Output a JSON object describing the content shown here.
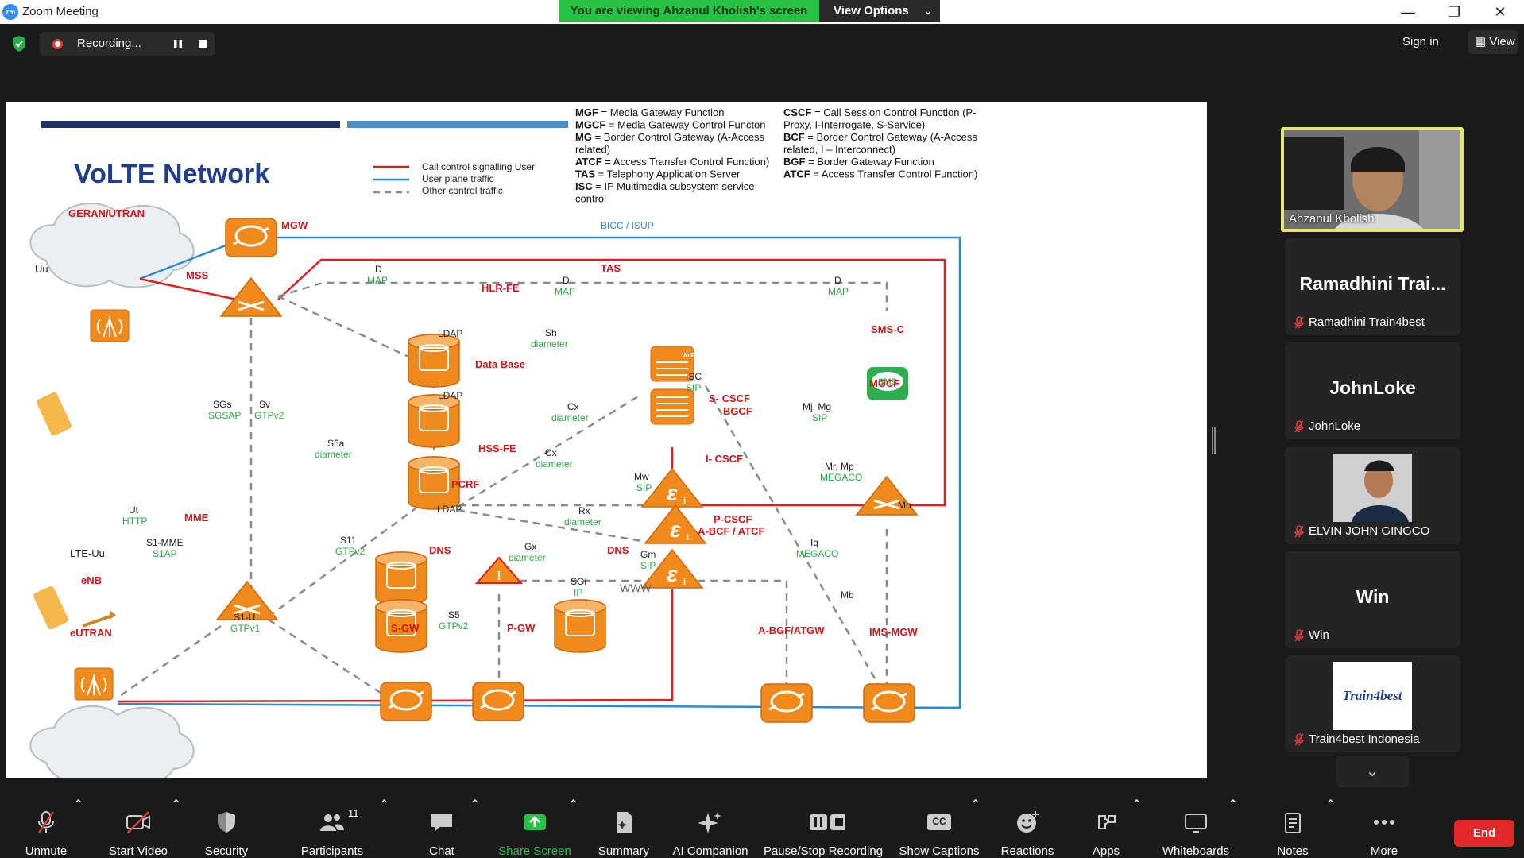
{
  "titlebar": {
    "app_title": "Zoom Meeting",
    "logo_text": "zm"
  },
  "share_banner": {
    "text": "You are viewing Ahzanul Kholish's screen",
    "view_options": "View Options"
  },
  "recording": {
    "label": "Recording..."
  },
  "header_right": {
    "sign_in": "Sign in",
    "view": "View"
  },
  "slide": {
    "title": "VoLTE Network",
    "legend": [
      "Call control signalling User",
      "User plane traffic",
      "Other control traffic"
    ],
    "defs_left": [
      [
        "MGF",
        " = Media Gateway Function"
      ],
      [
        "MGCF",
        " =  Media Gateway Control Functon"
      ],
      [
        "MG",
        " = Border Control Gateway (A-Access"
      ],
      [
        "",
        "related)"
      ],
      [
        "ATCF",
        " = Access Transfer Control Function)"
      ],
      [
        "TAS",
        " = Telephony Application Server"
      ],
      [
        "ISC",
        " = IP Multimedia subsystem service"
      ],
      [
        "",
        "control"
      ]
    ],
    "defs_right": [
      [
        "CSCF",
        " =  Call Session Control Function (P-"
      ],
      [
        "",
        "Proxy, I-Interrogate, S-Service)"
      ],
      [
        "BCF",
        " = Border Control Gateway (A-Access"
      ],
      [
        "",
        "related, I – Interconnect)"
      ],
      [
        "BGF",
        " = Border Gateway Function"
      ],
      [
        "ATCF",
        " = Access Transfer Control Function)"
      ]
    ],
    "nodes": {
      "geran": "GERAN/UTRAN",
      "uu": "Uu",
      "mgw": "MGW",
      "mss": "MSS",
      "bicc": "BICC / ISUP",
      "hlr": "HLR-FE",
      "database": "Data Base",
      "hss": "HSS-FE",
      "tas": "TAS",
      "voip": "VoIP",
      "smsc": "SMS-C",
      "sms": "SMS",
      "scscf": "S- CSCF",
      "bgcf": "BGCF",
      "icscf": "I- CSCF",
      "pcscf": "P-CSCF",
      "abcf": "A-BCF / ATCF",
      "mgcf": "MGCF",
      "pcrf": "PCRF",
      "dns1": "DNS",
      "dns2": "DNS",
      "mme": "MME",
      "lteuu": "LTE-Uu",
      "enb": "eNB",
      "eutran": "eUTRAN",
      "sgw": "S-GW",
      "pgw": "P-GW",
      "abgf": "A-BGF/ATGW",
      "imsmgw": "IMS-MGW",
      "www": "WWW"
    },
    "interfaces": {
      "d1": "D",
      "d1p": "MAP",
      "d2": "D",
      "d2p": "MAP",
      "d3": "D",
      "d3p": "MAP",
      "ldap1": "LDAP",
      "ldap2": "LDAP",
      "ldap3": "LDAP",
      "sh": "Sh",
      "shp": "diameter",
      "isc": "ISC",
      "iscp": "SIP",
      "cx1": "Cx",
      "cx1p": "diameter",
      "cx2": "Cx",
      "cx2p": "diameter",
      "mjmg": "Mj, Mg",
      "mjmgp": "SIP",
      "mrmp": "Mr, Mp",
      "mrmpp": "MEGACO",
      "sgs": "SGs",
      "sgsp": "SGSAP",
      "sv": "Sv",
      "svp": "GTPv2",
      "s6a": "S6a",
      "s6ap": "diameter",
      "mw": "Mw",
      "mwp": "SIP",
      "rx": "Rx",
      "rxp": "diameter",
      "ut": "Ut",
      "utp": "HTTP",
      "s1mme": "S1-MME",
      "s1mmep": "S1AP",
      "s11": "S11",
      "s11p": "GTPv2",
      "gx": "Gx",
      "gxp": "diameter",
      "gm": "Gm",
      "gmp": "SIP",
      "iq": "Iq",
      "iqp": "MEGACO",
      "mn": "Mn",
      "sgi": "SGi",
      "sgip": "IP",
      "mb": "Mb",
      "s1u": "S1-U",
      "s1up": "GTPv1",
      "s5": "S5",
      "s5p": "GTPv2"
    }
  },
  "participants": [
    {
      "name": "Ahzanul Kholish",
      "display": ""
    },
    {
      "name": "Ramadhini Train4best",
      "display": "Ramadhini  Trai..."
    },
    {
      "name": "JohnLoke",
      "display": "JohnLoke"
    },
    {
      "name": "ELVIN JOHN GINGCO",
      "display": ""
    },
    {
      "name": "Win",
      "display": "Win"
    },
    {
      "name": "Train4best Indonesia",
      "display": "Train4best"
    }
  ],
  "toolbar": {
    "unmute": "Unmute",
    "start_video": "Start Video",
    "security": "Security",
    "participants": "Participants",
    "participants_count": "11",
    "chat": "Chat",
    "share_screen": "Share Screen",
    "summary": "Summary",
    "ai_companion": "AI Companion",
    "pause_stop": "Pause/Stop Recording",
    "captions": "Show Captions",
    "cc": "CC",
    "reactions": "Reactions",
    "apps": "Apps",
    "whiteboards": "Whiteboards",
    "notes": "Notes",
    "more": "More",
    "end": "End"
  },
  "colors": {
    "banner_green": "#27c245",
    "node_orange": "#f08a1c",
    "label_red": "#d0161a",
    "label_green": "#2aa845",
    "title_blue": "#1f3f8e",
    "end_red": "#e02828"
  }
}
